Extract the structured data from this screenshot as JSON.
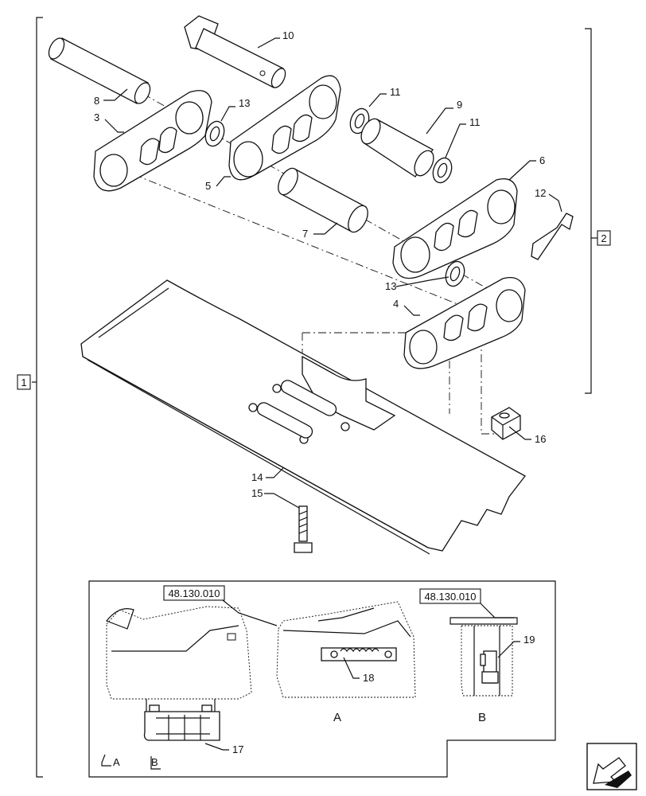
{
  "callouts": {
    "c1": "1",
    "c2": "2",
    "c3": "3",
    "c4": "4",
    "c5": "5",
    "c6": "6",
    "c7": "7",
    "c8": "8",
    "c9": "9",
    "c10": "10",
    "c11a": "11",
    "c11b": "11",
    "c12": "12",
    "c13a": "13",
    "c13b": "13",
    "c14": "14",
    "c15": "15",
    "c16": "16",
    "c17": "17",
    "c18": "18",
    "c19": "19"
  },
  "references": {
    "left": "48.130.010",
    "right": "48.130.010"
  },
  "views": {
    "a": "A",
    "b": "B",
    "marker_a": "A",
    "marker_b": "B"
  },
  "nav": {
    "icon": "next-page-arrow-icon"
  }
}
